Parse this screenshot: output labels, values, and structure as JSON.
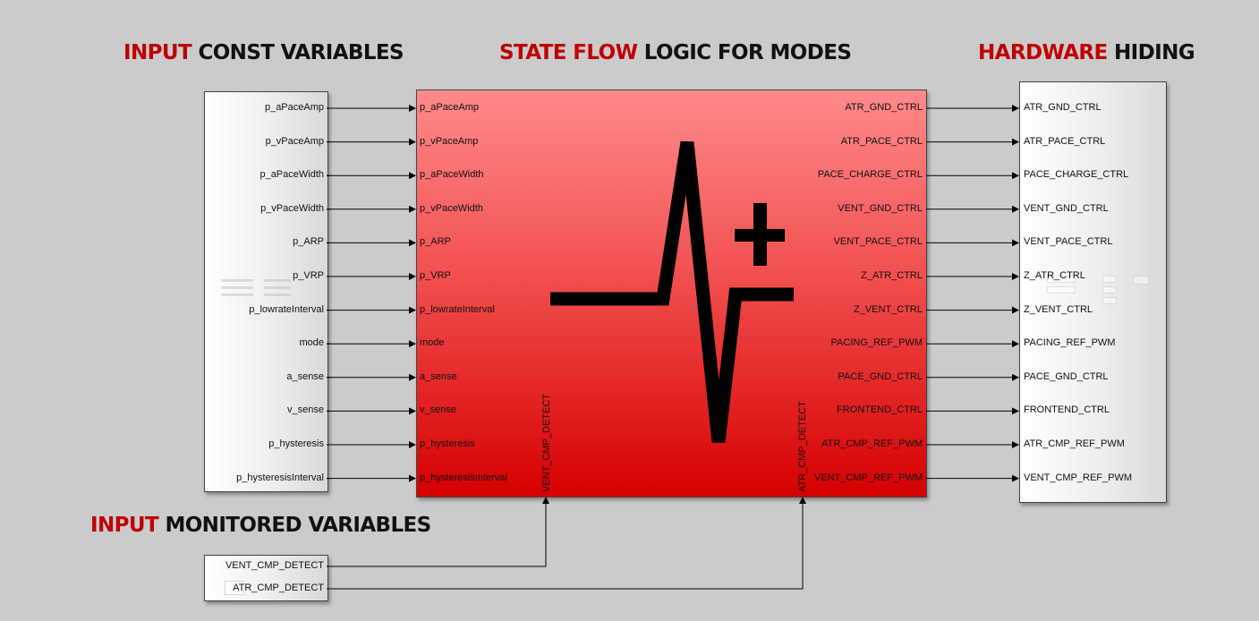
{
  "headings": {
    "input_const": {
      "highlight": "INPUT",
      "rest": " CONST VARIABLES"
    },
    "state_flow": {
      "highlight": "STATE FLOW",
      "rest": " LOGIC FOR MODES"
    },
    "hardware": {
      "highlight": "HARDWARE",
      "rest": " HIDING"
    },
    "input_monitored": {
      "highlight": "INPUT",
      "rest": " MONITORED VARIABLES"
    }
  },
  "input_const_block": {
    "ports": [
      "p_aPaceAmp",
      "p_vPaceAmp",
      "p_aPaceWidth",
      "p_vPaceWidth",
      "p_ARP",
      "p_VRP",
      "p_lowrateInterval",
      "mode",
      "a_sense",
      "v_sense",
      "p_hysteresis",
      "p_hysteresisInterval"
    ]
  },
  "state_flow_block": {
    "inputs": [
      "p_aPaceAmp",
      "p_vPaceAmp",
      "p_aPaceWidth",
      "p_vPaceWidth",
      "p_ARP",
      "p_VRP",
      "p_lowrateInterval",
      "mode",
      "a_sense",
      "v_sense",
      "p_hysteresis",
      "p_hysteresisInterval"
    ],
    "outputs": [
      "ATR_GND_CTRL",
      "ATR_PACE_CTRL",
      "PACE_CHARGE_CTRL",
      "VENT_GND_CTRL",
      "VENT_PACE_CTRL",
      "Z_ATR_CTRL",
      "Z_VENT_CTRL",
      "PACING_REF_PWM",
      "PACE_GND_CTRL",
      "FRONTEND_CTRL",
      "ATR_CMP_REF_PWM",
      "VENT_CMP_REF_PWM"
    ],
    "bottom_ports": [
      "VENT_CMP_DETECT",
      "ATR_CMP_DETECT"
    ],
    "icon": "pacemaker-pulse-plus-icon"
  },
  "hardware_block": {
    "ports": [
      "ATR_GND_CTRL",
      "ATR_PACE_CTRL",
      "PACE_CHARGE_CTRL",
      "VENT_GND_CTRL",
      "VENT_PACE_CTRL",
      "Z_ATR_CTRL",
      "Z_VENT_CTRL",
      "PACING_REF_PWM",
      "PACE_GND_CTRL",
      "FRONTEND_CTRL",
      "ATR_CMP_REF_PWM",
      "VENT_CMP_REF_PWM"
    ]
  },
  "monitored_block": {
    "ports": [
      "VENT_CMP_DETECT",
      "ATR_CMP_DETECT"
    ]
  },
  "colors": {
    "accent": "#c00000",
    "red_block_top": "#ff8a8a",
    "red_block_bottom": "#d60000",
    "background": "#cbcbcb"
  }
}
